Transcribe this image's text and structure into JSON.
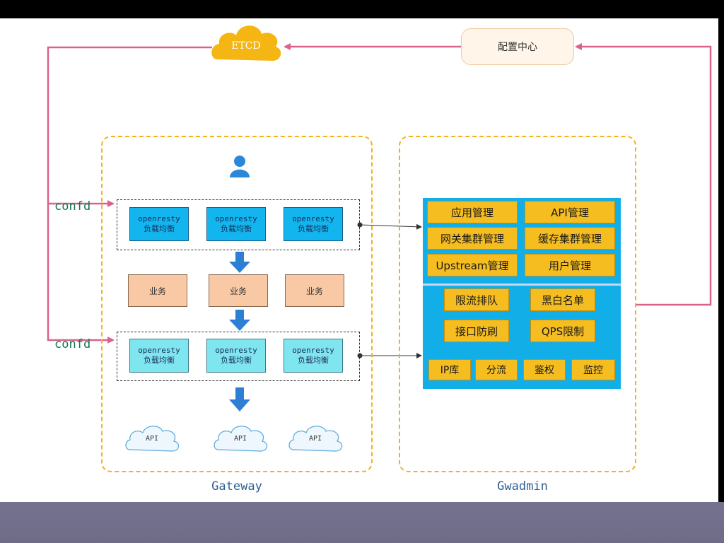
{
  "top": {
    "etcd": "ETCD",
    "config_center": "配置中心",
    "confd_top": "confd",
    "confd_bottom": "confd"
  },
  "gateway": {
    "label": "Gateway",
    "lb_row1": [
      {
        "line1": "openresty",
        "line2": "负载均衡"
      },
      {
        "line1": "openresty",
        "line2": "负载均衡"
      },
      {
        "line1": "openresty",
        "line2": "负载均衡"
      }
    ],
    "biz": [
      "业务",
      "业务",
      "业务"
    ],
    "lb_row2": [
      {
        "line1": "openresty",
        "line2": "负载均衡"
      },
      {
        "line1": "openresty",
        "line2": "负载均衡"
      },
      {
        "line1": "openresty",
        "line2": "负载均衡"
      }
    ],
    "apis": [
      "API",
      "API",
      "API"
    ]
  },
  "gwadmin": {
    "label": "Gwadmin",
    "management": [
      "应用管理",
      "API管理",
      "网关集群管理",
      "缓存集群管理",
      "Upstream管理",
      "用户管理"
    ],
    "features": [
      "限流排队",
      "黑白名单",
      "接口防刷",
      "QPS限制"
    ],
    "bottom": [
      "IP库",
      "分流",
      "鉴权",
      "监控"
    ]
  },
  "colors": {
    "arrow_pink": "#d9638d",
    "dash_orange": "#f2b21a",
    "panel_blue": "#12aee8",
    "button_yellow": "#f5bd1f",
    "down_arrow_blue": "#2d7fd4"
  }
}
